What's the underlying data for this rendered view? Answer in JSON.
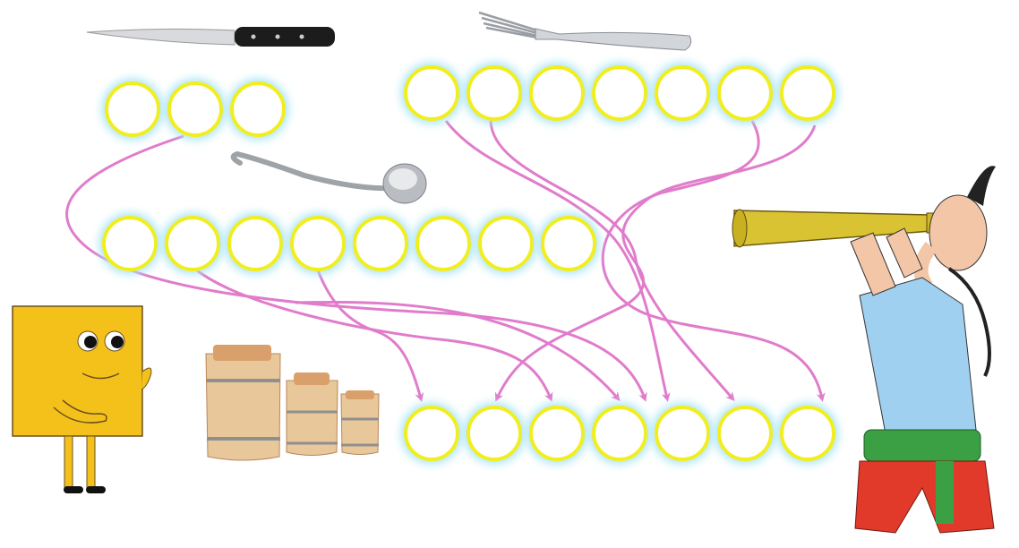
{
  "puzzle": {
    "groups": [
      {
        "id": "knife-word",
        "picture": "knife",
        "circles": 3
      },
      {
        "id": "fork-word",
        "picture": "fork",
        "circles": 7
      },
      {
        "id": "ladle-word",
        "picture": "ladle",
        "circles": 8
      },
      {
        "id": "answer-word",
        "picture": "barrels",
        "circles": 7
      }
    ]
  },
  "colors": {
    "circle_fill": "#ffffff",
    "circle_stroke": "#f2ee1e",
    "circle_glow": "#a8e4f4",
    "line": "#e07ccb",
    "square_character": "#f4c11b"
  },
  "icons": [
    "knife-icon",
    "fork-icon",
    "ladle-icon",
    "barrels-icon",
    "square-character-icon",
    "cossack-with-telescope-icon"
  ]
}
